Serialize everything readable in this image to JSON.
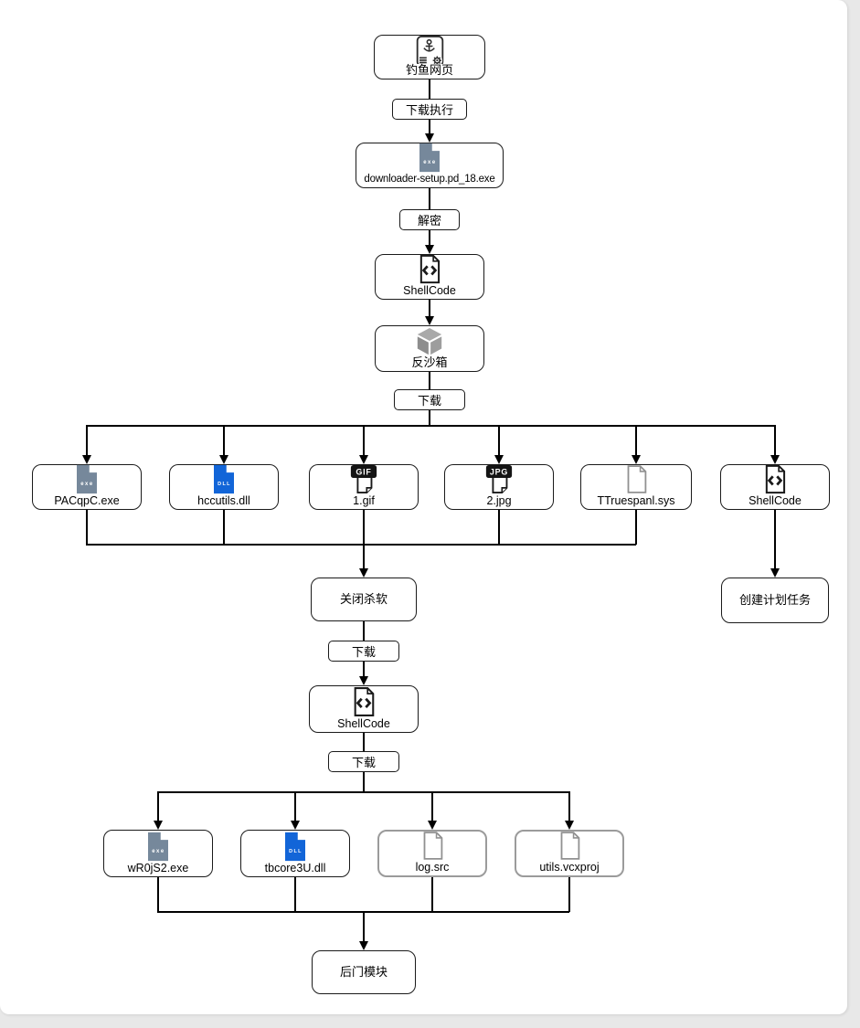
{
  "diagram": {
    "title": "malware-attack-chain-flowchart",
    "nodes": {
      "phishing": {
        "label": "钓鱼网页",
        "icon": "phishing-page-icon"
      },
      "downloader": {
        "label": "downloader-setup.pd_18.exe",
        "icon": "exe-file-icon"
      },
      "shellcode_top": {
        "label": "ShellCode",
        "icon": "code-file-icon"
      },
      "anti_sandbox": {
        "label": "反沙箱",
        "icon": "cube-icon"
      },
      "pacqpc": {
        "label": "PACqpC.exe",
        "icon": "exe-file-icon"
      },
      "hccutils": {
        "label": "hccutils.dll",
        "icon": "dll-file-icon"
      },
      "gif": {
        "label": "1.gif",
        "icon": "gif-file-icon"
      },
      "jpg": {
        "label": "2.jpg",
        "icon": "jpg-file-icon"
      },
      "ttruespanl": {
        "label": "TTruespanl.sys",
        "icon": "document-icon"
      },
      "shellcode_right": {
        "label": "ShellCode",
        "icon": "code-file-icon"
      },
      "close_av": {
        "label": "关闭杀软"
      },
      "sched_task": {
        "label": "创建计划任务"
      },
      "shellcode_mid": {
        "label": "ShellCode",
        "icon": "code-file-icon"
      },
      "wr0js2": {
        "label": "wR0jS2.exe",
        "icon": "exe-file-icon"
      },
      "tbcore": {
        "label": "tbcore3U.dll",
        "icon": "dll-file-icon"
      },
      "logsrc": {
        "label": "log.src",
        "icon": "document-icon"
      },
      "utilsvcx": {
        "label": "utils.vcxproj",
        "icon": "document-icon"
      },
      "backdoor": {
        "label": "后门模块"
      }
    },
    "edge_labels": {
      "download_exec": "下载执行",
      "decrypt": "解密",
      "download_1": "下载",
      "download_2": "下载",
      "download_3": "下载"
    },
    "badges": {
      "exe": "exe",
      "dll": "DLL",
      "gif": "GIF",
      "jpg": "JPG"
    },
    "colors": {
      "exe_icon": "#76889B",
      "dll_icon": "#1265D8",
      "line": "#000000",
      "canvas": "#ffffff",
      "frame": "#e8e8e8"
    }
  }
}
